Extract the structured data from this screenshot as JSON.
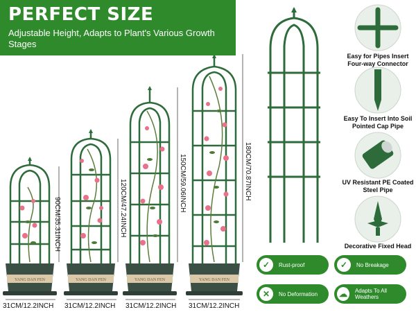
{
  "banner": {
    "title": "PERFECT SIZE",
    "subtitle": "Adjustable Height, Adapts to Plant's Various Growth Stages"
  },
  "sizes": [
    {
      "height_label": "90CM/35.31INCH",
      "width_label": "31CM/12.2INCH"
    },
    {
      "height_label": "120CM/47.24INCH",
      "width_label": "31CM/12.2INCH"
    },
    {
      "height_label": "150CM/59.06INCH",
      "width_label": "31CM/12.2INCH"
    },
    {
      "height_label": "180CM/70.87INCH",
      "width_label": "31CM/12.2INCH"
    }
  ],
  "pot_text": "YANG DAN FEN",
  "features": [
    {
      "label": "Easy for Pipes Insert Four-way Connector",
      "icon": "connector-icon"
    },
    {
      "label": "Easy To Insert Into Soil Pointed Cap Pipe",
      "icon": "pointed-cap-icon"
    },
    {
      "label": "UV Resistant PE Coated Steel Pipe",
      "icon": "steel-pipe-icon"
    },
    {
      "label": "Decorative Fixed Head",
      "icon": "fixed-head-icon"
    }
  ],
  "badges": [
    {
      "label": "Rust-proof",
      "icon": "rust-proof-icon"
    },
    {
      "label": "No Breakage",
      "icon": "no-breakage-icon"
    },
    {
      "label": "No Deformation",
      "icon": "no-deformation-icon"
    },
    {
      "label": "Adapts To All Weathers",
      "icon": "weather-icon"
    }
  ],
  "colors": {
    "brand_green": "#2f8a2c",
    "trellis_green": "#2e6b3a",
    "pot_dark": "#3b4f45",
    "pot_band": "#d9c9a8",
    "flower_pink": "#e8728a"
  }
}
